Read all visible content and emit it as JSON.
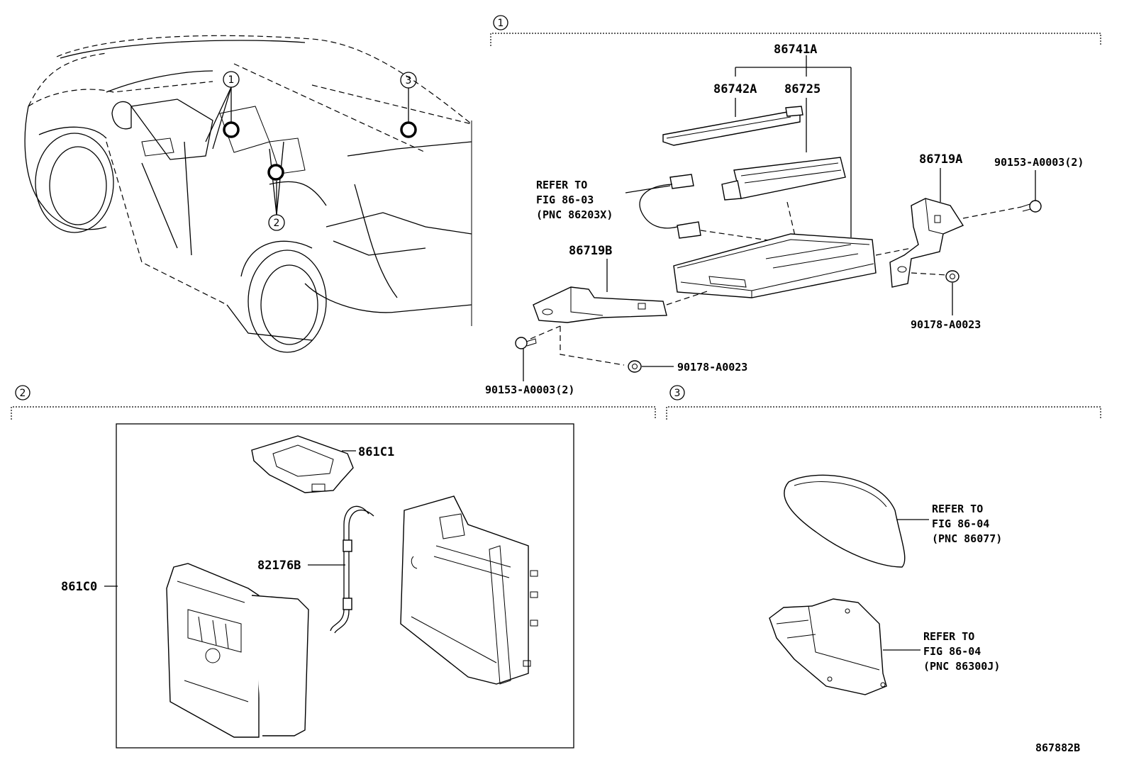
{
  "section_markers": {
    "s1": "1",
    "s2": "2",
    "s3": "3"
  },
  "vehicle_callouts": {
    "c1": "1",
    "c2": "2",
    "c3": "3"
  },
  "section1": {
    "p86741A": "86741A",
    "p86742A": "86742A",
    "p86725": "86725",
    "p86719A": "86719A",
    "p86719B": "86719B",
    "screw_right": "90153-A0003(2)",
    "nut_right": "90178-A0023",
    "nut_bottom": "90178-A0023",
    "screw_bottom": "90153-A0003(2)",
    "refer_line1": "REFER TO",
    "refer_line2": "FIG 86-03",
    "refer_line3": "(PNC 86203X)"
  },
  "section2": {
    "p861C1": "861C1",
    "p82176B": "82176B",
    "p861C0": "861C0"
  },
  "section3": {
    "refer_a_line1": "REFER TO",
    "refer_a_line2": "FIG 86-04",
    "refer_a_line3": "(PNC 86077)",
    "refer_b_line1": "REFER TO",
    "refer_b_line2": "FIG 86-04",
    "refer_b_line3": "(PNC 86300J)"
  },
  "figure_id": "867882B"
}
